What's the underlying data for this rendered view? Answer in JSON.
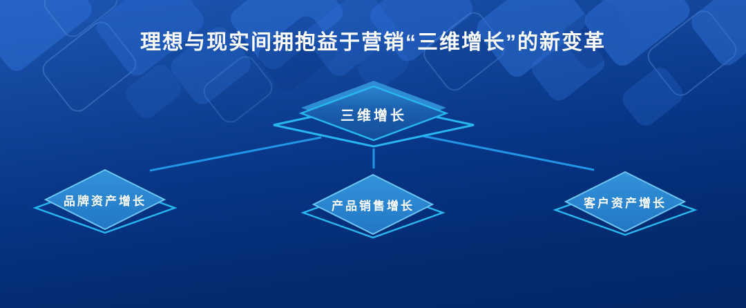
{
  "title": "理想与现实间拥抱益于营销“三维增长”的新变革",
  "diagram": {
    "root": {
      "label": "三维增长"
    },
    "children": [
      {
        "label": "品牌资产增长"
      },
      {
        "label": "产品销售增长"
      },
      {
        "label": "客户资产增长"
      }
    ]
  },
  "colors": {
    "background_top": "#1c56b3",
    "background_bottom": "#032a6c",
    "node_fill_child": "#2e8bd5",
    "node_fill_center": "#17549f",
    "node_back_fill": "#2f8cd4",
    "diamond_outline": "#27b6f0",
    "connector_line": "#2196e8",
    "title_text": "#ffffff",
    "node_text": "#ffffff"
  }
}
